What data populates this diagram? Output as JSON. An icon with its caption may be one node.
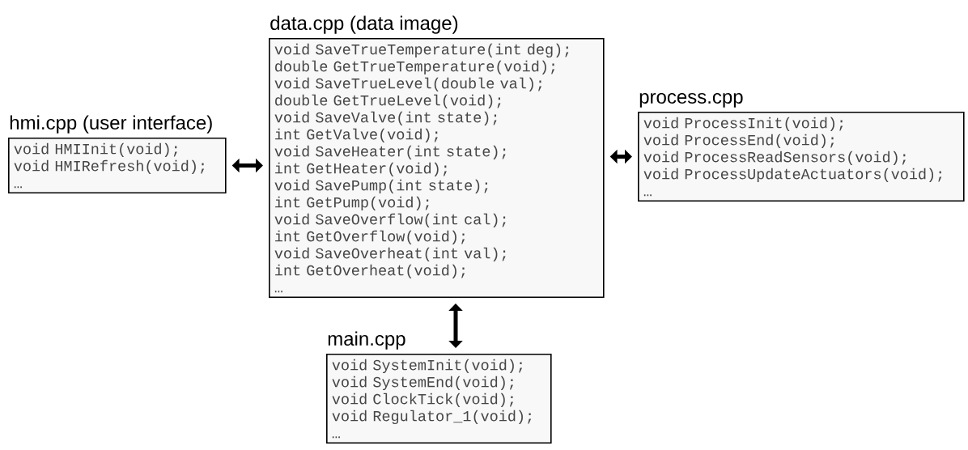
{
  "diagram": {
    "nodes": [
      {
        "text": [
          "hmi.cpp (user interface)",
          "void HMIInit(void);",
          "void HMIRefresh(void);",
          "…"
        ]
      },
      {
        "text": [
          "data.cpp (data image)",
          "void SaveTrueTemperature(int deg);",
          "double GetTrueTemperature(void);",
          "void SaveTrueLevel(double val);",
          "double GetTrueLevel(void);",
          "void SaveValve(int state);",
          "int GetValve(void);",
          "void SaveHeater(int state);",
          "int GetHeater(void);",
          "void SavePump(int state);",
          "int GetPump(void);",
          "void SaveOverflow(int cal);",
          "int GetOverflow(void);",
          "void SaveOverheat(int val);",
          "int GetOverheat(void);",
          "…"
        ]
      },
      {
        "text": [
          "process.cpp",
          "void ProcessInit(void);",
          "void ProcessEnd(void);",
          "void ProcessReadSensors(void);",
          "void ProcessUpdateActuators(void);",
          "…"
        ]
      },
      {
        "text": [
          "main.cpp",
          "void SystemInit(void);",
          "void SystemEnd(void);",
          "void ClockTick(void);",
          "void Regulator_1(void);",
          "…"
        ]
      }
    ],
    "edges": [
      {
        "from": 0,
        "to": 1,
        "arrow": "both"
      },
      {
        "from": 1,
        "to": 2,
        "arrow": "both"
      },
      {
        "from": 1,
        "to": 3,
        "arrow": "both"
      }
    ]
  }
}
